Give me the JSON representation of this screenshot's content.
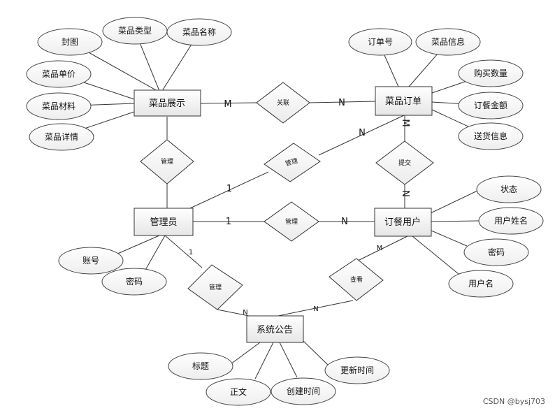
{
  "entities": [
    {
      "id": "dish_display",
      "label": "菜品展示"
    },
    {
      "id": "dish_order",
      "label": "菜品订单"
    },
    {
      "id": "admin",
      "label": "管理员"
    },
    {
      "id": "order_user",
      "label": "订餐用户"
    },
    {
      "id": "notice",
      "label": "系统公告"
    }
  ],
  "relations": [
    {
      "id": "rel_link",
      "label": "关联"
    },
    {
      "id": "rel_manage_display",
      "label": "管理"
    },
    {
      "id": "rel_manage_order",
      "label": "管理"
    },
    {
      "id": "rel_submit",
      "label": "提交"
    },
    {
      "id": "rel_manage_user",
      "label": "管理"
    },
    {
      "id": "rel_manage_notice",
      "label": "管理"
    },
    {
      "id": "rel_view",
      "label": "查看"
    }
  ],
  "attributes": [
    {
      "id": "a_cover",
      "label": "封图"
    },
    {
      "id": "a_dish_type",
      "label": "菜品类型"
    },
    {
      "id": "a_dish_name",
      "label": "菜品名称"
    },
    {
      "id": "a_dish_price",
      "label": "菜品单价"
    },
    {
      "id": "a_dish_material",
      "label": "菜品材料"
    },
    {
      "id": "a_dish_detail",
      "label": "菜品详情"
    },
    {
      "id": "a_order_no",
      "label": "订单号"
    },
    {
      "id": "a_dish_info",
      "label": "菜品信息"
    },
    {
      "id": "a_qty",
      "label": "购买数量"
    },
    {
      "id": "a_amount",
      "label": "订餐金额"
    },
    {
      "id": "a_delivery",
      "label": "送货信息"
    },
    {
      "id": "a_status",
      "label": "状态"
    },
    {
      "id": "a_user_realname",
      "label": "用户姓名"
    },
    {
      "id": "a_user_pwd",
      "label": "密码"
    },
    {
      "id": "a_username",
      "label": "用户名"
    },
    {
      "id": "a_admin_account",
      "label": "账号"
    },
    {
      "id": "a_admin_pwd",
      "label": "密码"
    },
    {
      "id": "a_title",
      "label": "标题"
    },
    {
      "id": "a_body",
      "label": "正文"
    },
    {
      "id": "a_created",
      "label": "创建时间"
    },
    {
      "id": "a_updated",
      "label": "更新时间"
    }
  ],
  "cardinalities": [
    {
      "id": "c1",
      "label": "M"
    },
    {
      "id": "c2",
      "label": "N"
    },
    {
      "id": "c3",
      "label": "N"
    },
    {
      "id": "c4",
      "label": "1"
    },
    {
      "id": "c5",
      "label": "M"
    },
    {
      "id": "c6",
      "label": "N"
    },
    {
      "id": "c7",
      "label": "1"
    },
    {
      "id": "c8",
      "label": "N"
    },
    {
      "id": "c9",
      "label": "1"
    },
    {
      "id": "c10",
      "label": "N"
    },
    {
      "id": "c11",
      "label": "N"
    },
    {
      "id": "c12",
      "label": "M"
    }
  ],
  "watermark": "CSDN @bysj703",
  "colors": {
    "stroke": "#333333",
    "text": "#111111",
    "background": "#ffffff"
  }
}
